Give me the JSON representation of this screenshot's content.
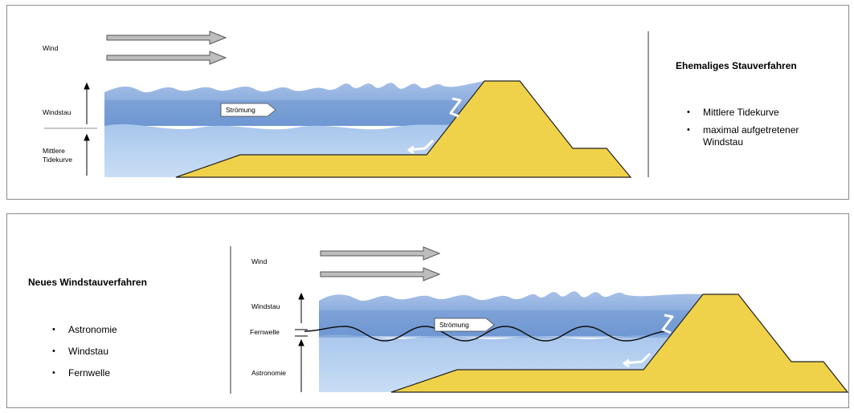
{
  "top": {
    "title": "Ehemaliges Stauverfahren",
    "bullets": [
      "Mittlere Tidekurve",
      "maximal aufgetretener Windstau"
    ],
    "labels": {
      "wind": "Wind",
      "windstau": "Windstau",
      "mittlere_line1": "Mittlere",
      "mittlere_line2": "Tidekurve",
      "stroemung": "Strömung"
    }
  },
  "bottom": {
    "title": "Neues Windstauverfahren",
    "bullets": [
      "Astronomie",
      "Windstau",
      "Fernwelle"
    ],
    "labels": {
      "wind": "Wind",
      "windstau": "Windstau",
      "fernwelle": "Fernwelle",
      "astronomie": "Astronomie",
      "stroemung": "Strömung"
    }
  },
  "colors": {
    "dike": "#f0d24a",
    "deep_water": "#7ba3d8",
    "light_water": "#b9d4f1",
    "arrow_fill": "#bdbdbd"
  }
}
